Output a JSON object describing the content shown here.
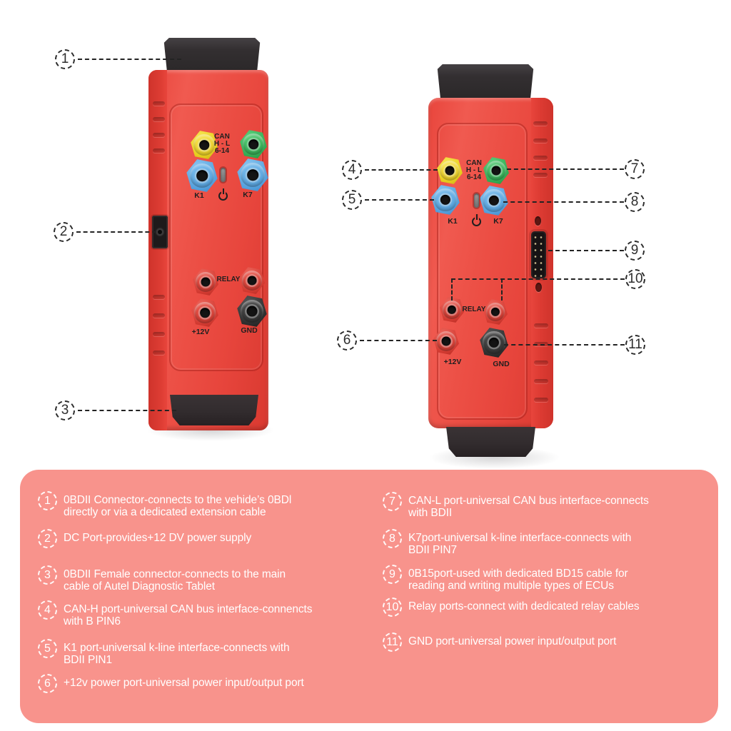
{
  "device_labels": {
    "can_line1": "CAN",
    "can_line2": "H - L",
    "can_line3": "6-14",
    "k1": "K1",
    "k7": "K7",
    "relay": "RELAY",
    "plus12v": "+12V",
    "gnd": "GND"
  },
  "callouts": {
    "c1": "1",
    "c2": "2",
    "c3": "3",
    "c4": "4",
    "c5": "5",
    "c6": "6",
    "c7": "7",
    "c8": "8",
    "c9": "9",
    "c10": "10",
    "c11": "11"
  },
  "legend": {
    "items_left": [
      {
        "num": "1",
        "lines": [
          "0BDII Connector-connects to the vehide’s 0BDl",
          "directly or via a dedicated extension cable"
        ]
      },
      {
        "num": "2",
        "lines": [
          "DC Port-provides+12 DV power supply"
        ]
      },
      {
        "num": "3",
        "lines": [
          "0BDII Female connector-connects to the main",
          "cable of Autel Diagnostic Tablet"
        ]
      },
      {
        "num": "4",
        "lines": [
          "CAN-H port-universal CAN bus interface-connencts",
          "with B PIN6"
        ]
      },
      {
        "num": "5",
        "lines": [
          "K1 port-universal k-line interface-connects with",
          "BDII PIN1"
        ]
      },
      {
        "num": "6",
        "lines": [
          "+12v power port-universal power input/output port"
        ]
      }
    ],
    "items_right": [
      {
        "num": "7",
        "lines": [
          "CAN-L port-universal CAN bus interface-connects",
          "with BDII"
        ]
      },
      {
        "num": "8",
        "lines": [
          "K7port-universal k-line interface-connects with",
          "BDII PIN7"
        ]
      },
      {
        "num": "9",
        "lines": [
          "0B15port-used with dedicated BD15 cable for",
          "reading and writing multiple types of ECUs"
        ]
      },
      {
        "num": "10",
        "lines": [
          "Relay ports-connect with dedicated relay cables"
        ]
      },
      {
        "num": "11",
        "lines": [
          "GND port-universal power input/output port"
        ]
      }
    ]
  },
  "colors": {
    "body_red": "#ea4a41",
    "legend_bg": "#f8938c",
    "port_yellow": "#eccd1f",
    "port_green": "#35ad54",
    "port_blue": "#5aa3de",
    "port_relay_red": "#d8392f",
    "port_black": "#333333",
    "connector_black": "#312d2f",
    "callout_ink": "#2d2d2d",
    "text_white": "#ffffff"
  }
}
